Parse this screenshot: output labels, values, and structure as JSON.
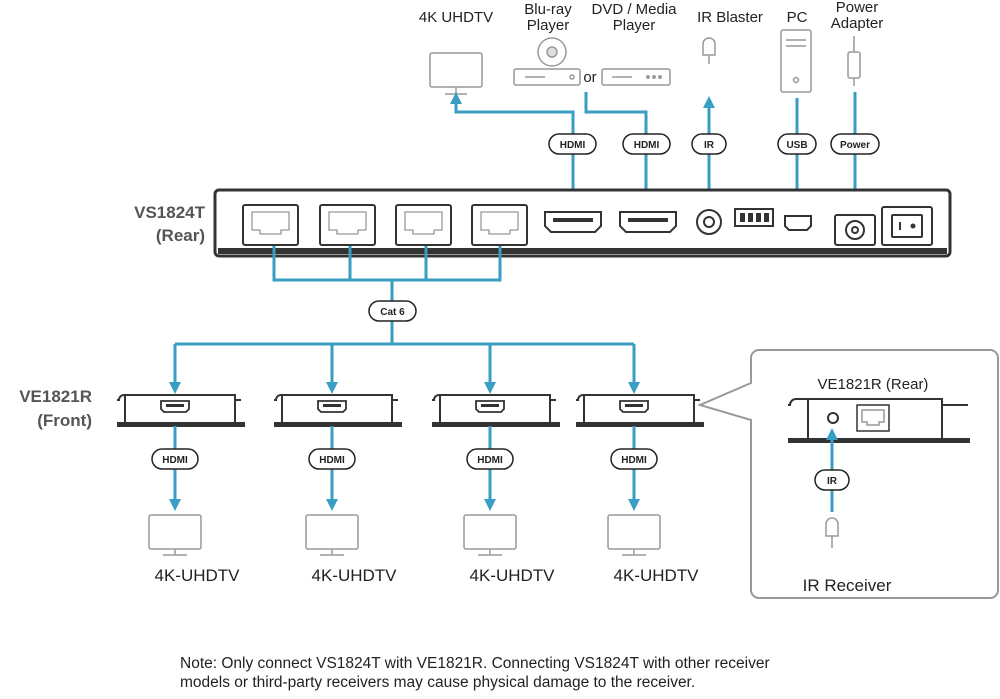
{
  "sources": {
    "tv_top": "4K UHDTV",
    "bluray": "Blu-ray\nPlayer",
    "or": "or",
    "dvd": "DVD / Media\nPlayer",
    "ir_blaster": "IR Blaster",
    "pc": "PC",
    "power_adapter": "Power\nAdapter"
  },
  "connectors": {
    "hdmi": "HDMI",
    "ir": "IR",
    "usb": "USB",
    "power": "Power",
    "cat6": "Cat 6"
  },
  "transmitter": {
    "label_line1": "VS1824T",
    "label_line2": "(Rear)"
  },
  "receiver": {
    "label_line1": "VE1821R",
    "label_line2": "(Front)"
  },
  "receiver_rear": {
    "title": "VE1821R (Rear)",
    "ir_receiver": "IR Receiver"
  },
  "outputs": [
    "4K-UHDTV",
    "4K-UHDTV",
    "4K-UHDTV",
    "4K-UHDTV"
  ],
  "note": {
    "line1": "Note: Only connect VS1824T with VE1821R. Connecting VS1824T with other receiver",
    "line2": "models or third-party receivers may cause physical damage to the receiver."
  },
  "colors": {
    "cable": "#3a9ec4",
    "device": "#333333",
    "outline": "#999999"
  }
}
